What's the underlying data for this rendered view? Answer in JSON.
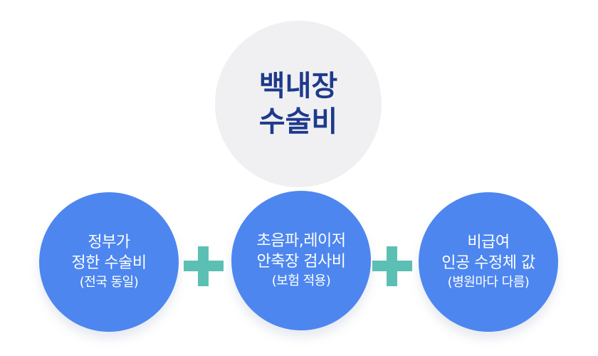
{
  "top": {
    "line1": "백내장",
    "line2": "수술비"
  },
  "circles": [
    {
      "line1": "정부가",
      "line2": "정한 수술비",
      "line3": "(전국 동일)"
    },
    {
      "line1": "초음파,레이저",
      "line2": "안축장 검사비",
      "line3": "(보험 적용)"
    },
    {
      "line1": "비급여",
      "line2": "인공 수정체 값",
      "line3": "(병원마다 다름)"
    }
  ],
  "operators": [
    "plus-icon",
    "plus-icon"
  ],
  "colors": {
    "top_circle": "#f0f0f2",
    "top_text": "#1e3a8c",
    "circle": "#4d86ef",
    "circle_text": "#ffffff",
    "plus": "#5cbfb4"
  }
}
